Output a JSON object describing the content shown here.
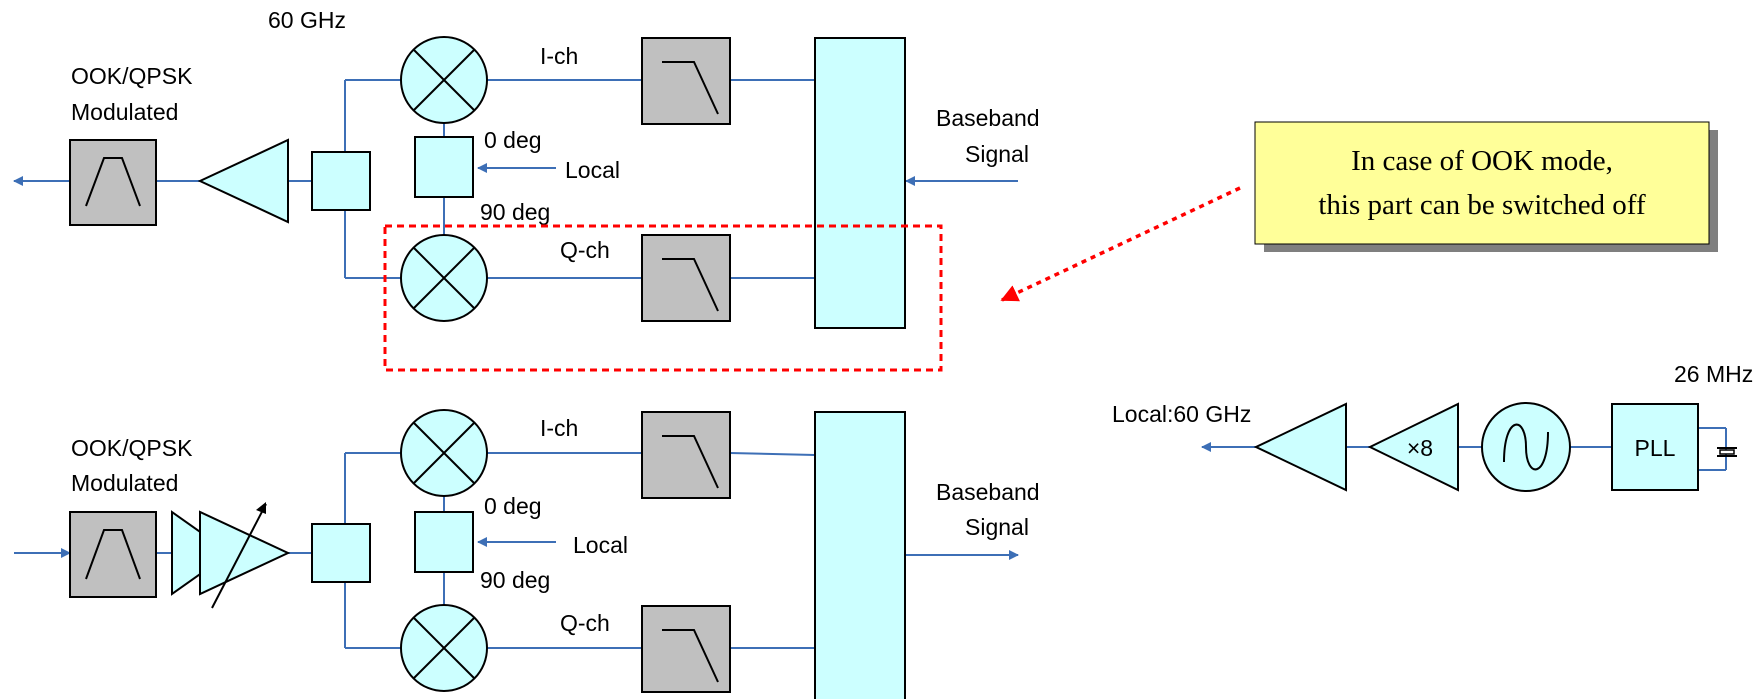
{
  "colors": {
    "wire": "#3d6fb6",
    "block_fill": "#ccffff",
    "filter_fill": "#c0c0c0",
    "note_fill": "#ffff99",
    "highlight": "#ff0000"
  },
  "transmitter": {
    "freq_label": "60 GHz",
    "mod_label_1": "OOK/QPSK",
    "mod_label_2": "Modulated",
    "ich_label": "I-ch",
    "qch_label": "Q-ch",
    "deg0_label": "0 deg",
    "deg90_label": "90 deg",
    "local_label": "Local",
    "baseband_1": "Baseband",
    "baseband_2": "Signal"
  },
  "receiver": {
    "mod_label_1": "OOK/QPSK",
    "mod_label_2": "Modulated",
    "ich_label": "I-ch",
    "qch_label": "Q-ch",
    "deg0_label": "0 deg",
    "deg90_label": "90 deg",
    "local_label": "Local",
    "baseband_1": "Baseband",
    "baseband_2": "Signal"
  },
  "note": {
    "line1": "In case of OOK mode,",
    "line2": "this part can be switched off"
  },
  "local_osc": {
    "output_label": "Local:60 GHz",
    "ref_freq": "26 MHz",
    "multiplier": "×8",
    "pll_label": "PLL"
  }
}
